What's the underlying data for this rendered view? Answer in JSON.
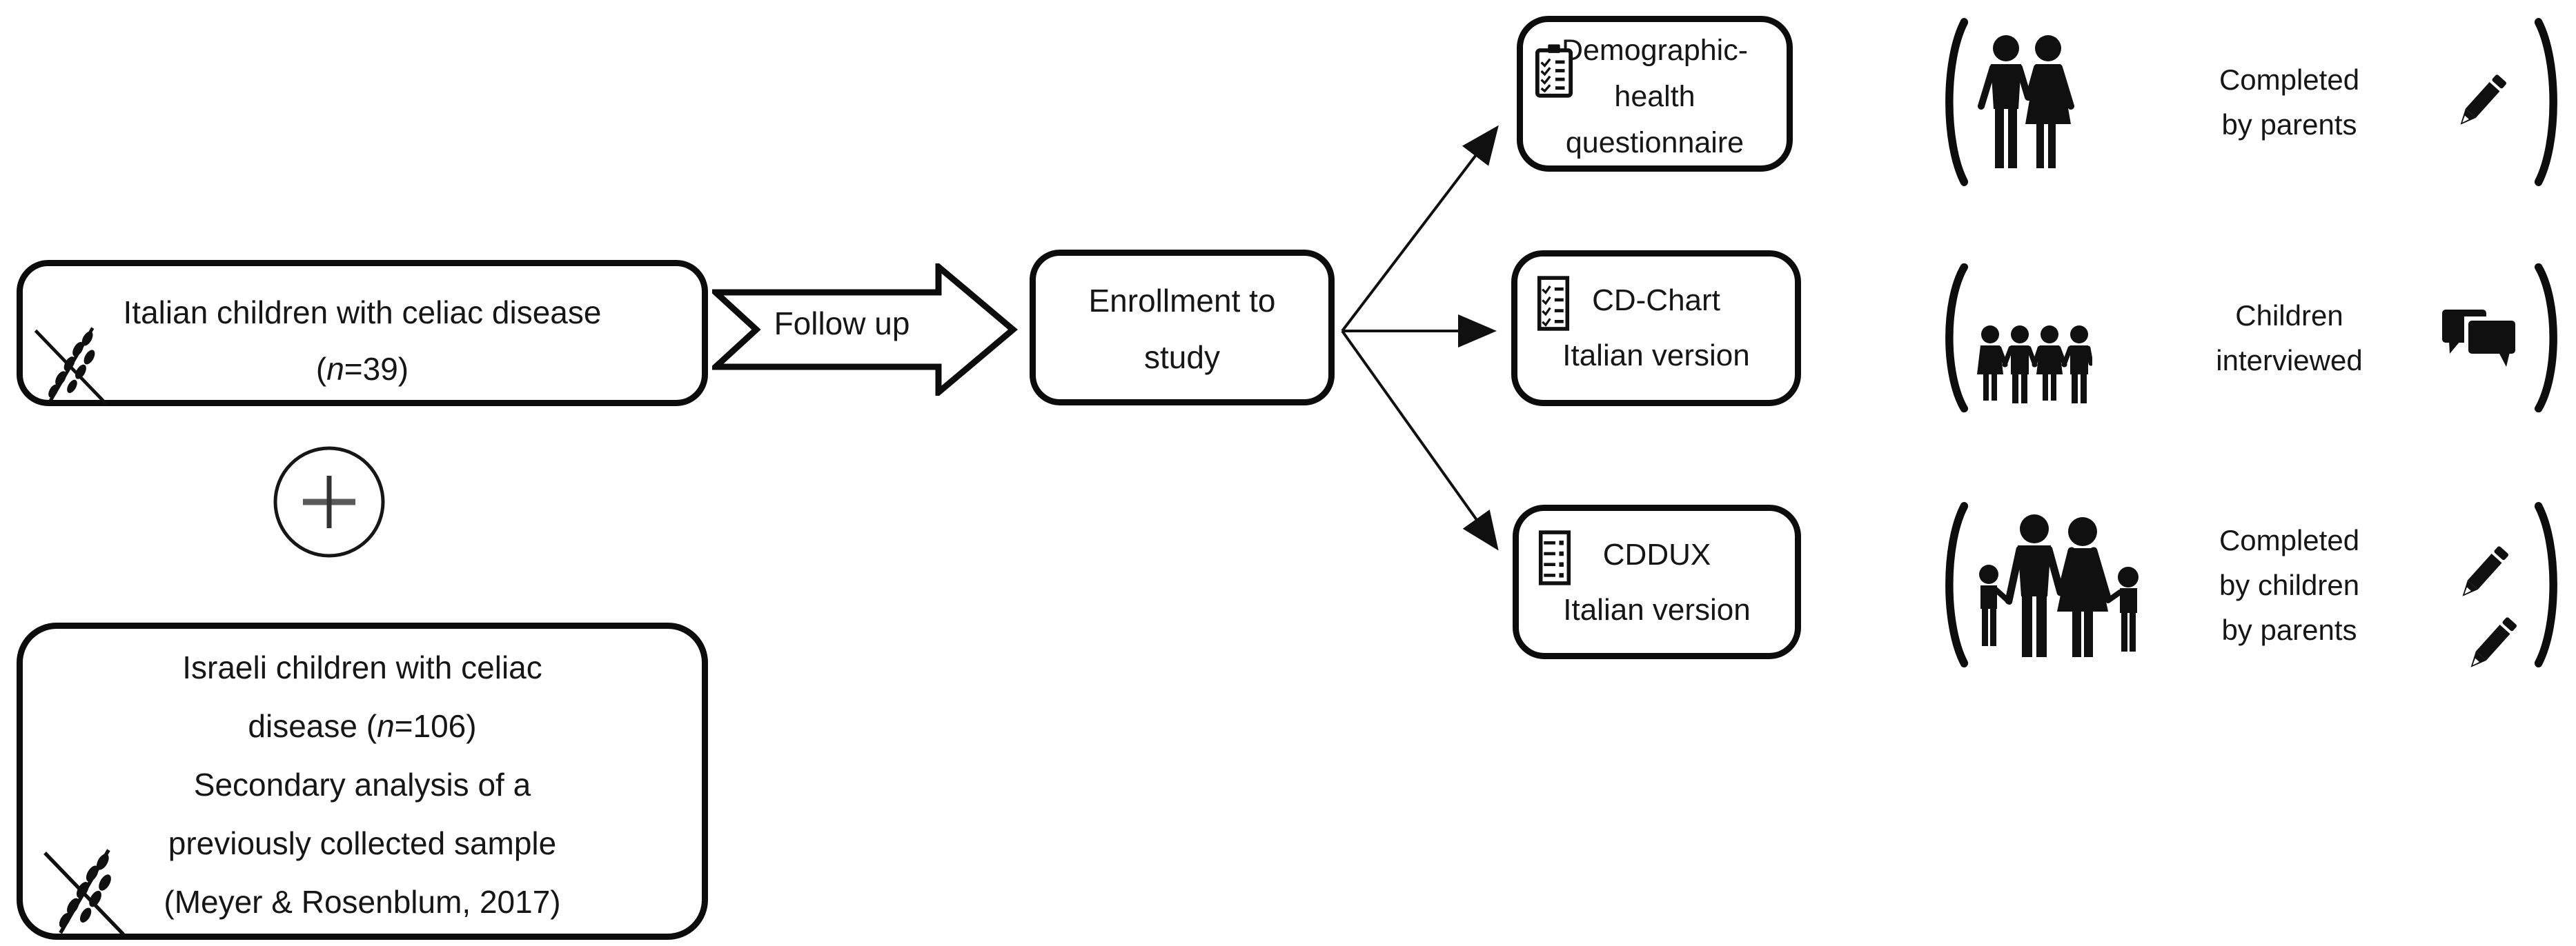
{
  "colors": {
    "ink": "#101010",
    "background": "#ffffff",
    "plus_gray": "#5a5a5a"
  },
  "italian_box": {
    "line1": "Italian children with celiac disease",
    "count_open": "(",
    "count_n": "n",
    "count_rest": "=39)"
  },
  "israeli_box": {
    "line1": "Israeli children with celiac",
    "line2_open": "disease (",
    "line2_n": "n",
    "line2_rest": "=106)",
    "line3": "Secondary analysis of a",
    "line4": "previously collected sample",
    "line5": "(Meyer & Rosenblum, 2017)"
  },
  "follow_up": {
    "label": "Follow up"
  },
  "enrollment_box": {
    "line1": "Enrollment to",
    "line2": "study"
  },
  "instruments": [
    {
      "icon": "clipboard-check-icon",
      "lines": [
        "Demographic-",
        "health",
        "questionnaire"
      ]
    },
    {
      "icon": "checklist-icon",
      "lines": [
        "CD-Chart",
        "Italian version"
      ]
    },
    {
      "icon": "bullet-list-icon",
      "lines": [
        "CDDUX",
        "Italian version"
      ]
    }
  ],
  "annotations": [
    {
      "people_icon": "parents-couple-icon",
      "action_icon": "pencil-icon",
      "lines": [
        "Completed",
        "by parents"
      ]
    },
    {
      "people_icon": "children-group-icon",
      "action_icon": "chat-bubbles-icon",
      "lines": [
        "Children",
        "interviewed"
      ]
    },
    {
      "people_icon": "family-icon",
      "action_icon": "double-pencil-icon",
      "lines": [
        "Completed",
        "by children",
        "by parents"
      ]
    }
  ],
  "other_icons": {
    "combine": "plus-circle-icon",
    "gluten": "crossed-wheat-icon"
  }
}
